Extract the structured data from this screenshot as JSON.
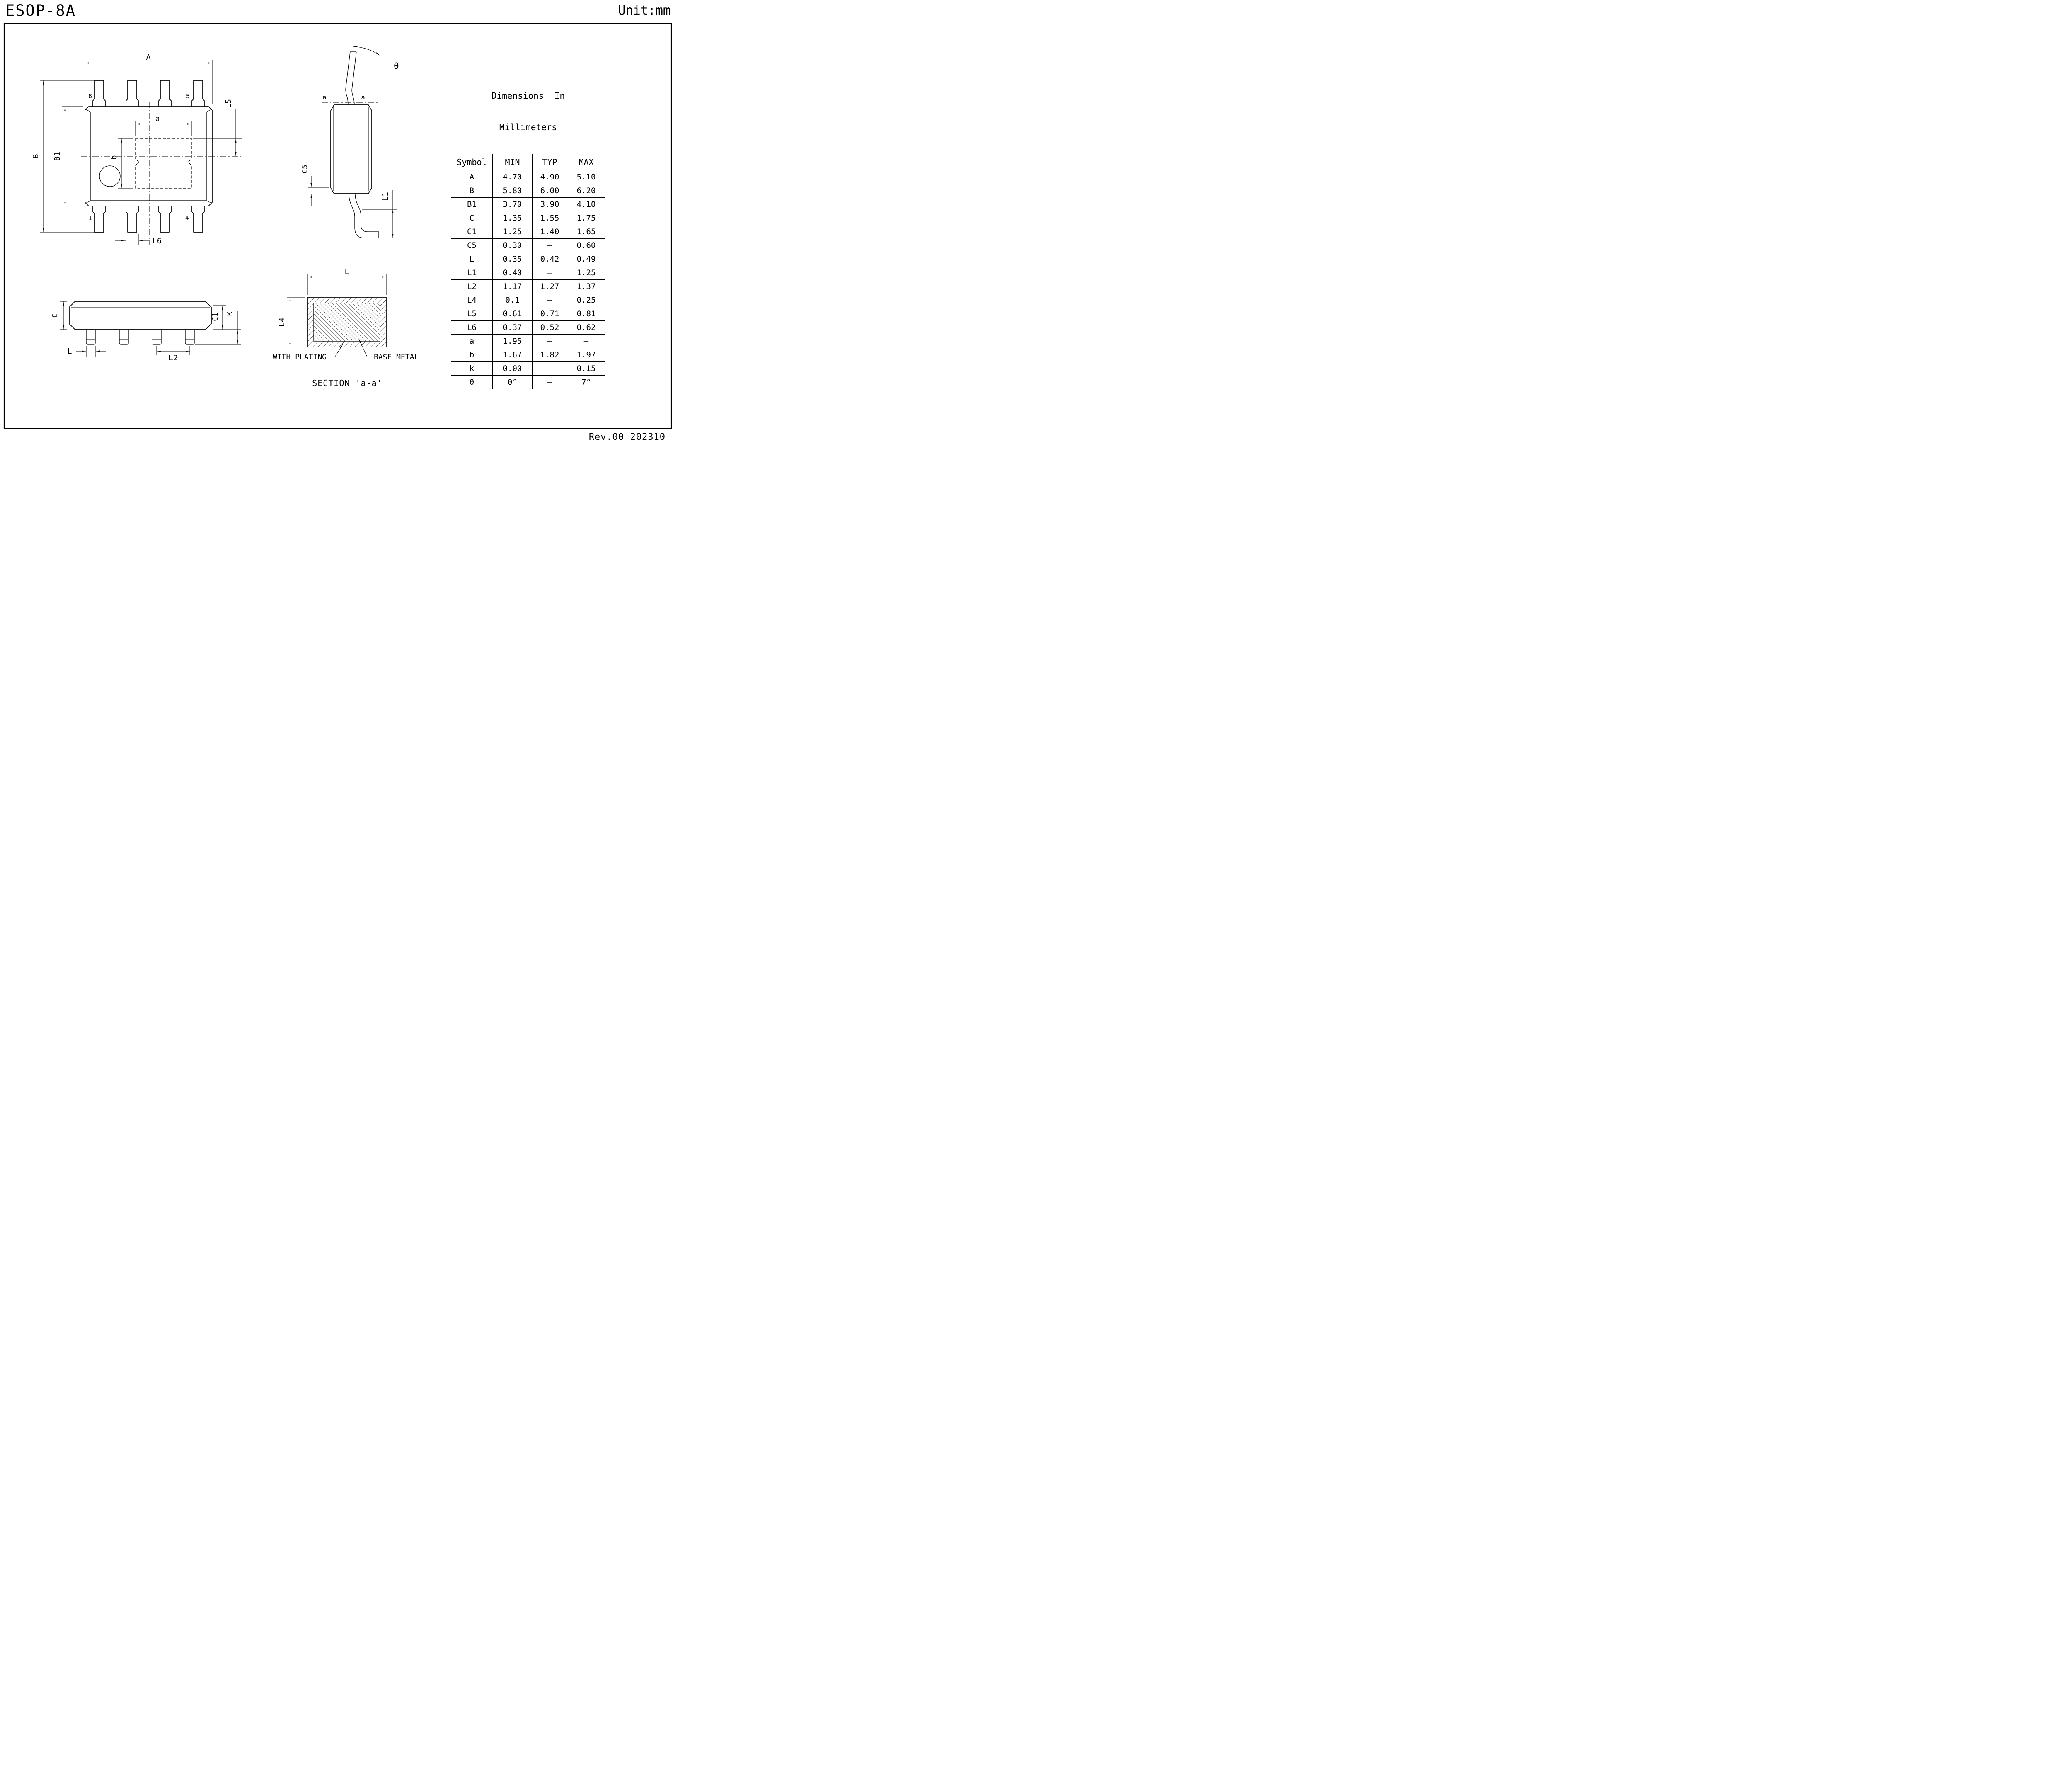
{
  "header": {
    "title": "ESOP-8A",
    "unit": "Unit:mm"
  },
  "footer": {
    "revision": "Rev.00  202310"
  },
  "top_view": {
    "dim_a": "A",
    "dim_b_total": "B",
    "dim_b1": "B1",
    "dim_pad_a": "a",
    "dim_pad_b": "b",
    "dim_l5": "L5",
    "dim_l6": "L6",
    "pin_8": "8",
    "pin_5": "5",
    "pin_1": "1",
    "pin_4": "4"
  },
  "side_view": {
    "dim_theta": "θ",
    "cut_a_left": "a",
    "cut_a_right": "a",
    "dim_c5": "C5",
    "dim_l1": "L1"
  },
  "front_view": {
    "dim_c": "C",
    "dim_c1": "C1",
    "dim_k": "K",
    "dim_l": "L",
    "dim_l2": "L2"
  },
  "section_view": {
    "dim_l": "L",
    "dim_l4": "L4",
    "label_plating": "WITH PLATING",
    "label_base": "BASE METAL",
    "caption": "SECTION 'a-a'"
  },
  "table": {
    "title_line1": "Dimensions  In",
    "title_line2": "Millimeters",
    "headers": [
      "Symbol",
      "MIN",
      "TYP",
      "MAX"
    ],
    "rows": [
      [
        "A",
        "4.70",
        "4.90",
        "5.10"
      ],
      [
        "B",
        "5.80",
        "6.00",
        "6.20"
      ],
      [
        "B1",
        "3.70",
        "3.90",
        "4.10"
      ],
      [
        "C",
        "1.35",
        "1.55",
        "1.75"
      ],
      [
        "C1",
        "1.25",
        "1.40",
        "1.65"
      ],
      [
        "C5",
        "0.30",
        "–",
        "0.60"
      ],
      [
        "L",
        "0.35",
        "0.42",
        "0.49"
      ],
      [
        "L1",
        "0.40",
        "–",
        "1.25"
      ],
      [
        "L2",
        "1.17",
        "1.27",
        "1.37"
      ],
      [
        "L4",
        "0.1",
        "–",
        "0.25"
      ],
      [
        "L5",
        "0.61",
        "0.71",
        "0.81"
      ],
      [
        "L6",
        "0.37",
        "0.52",
        "0.62"
      ],
      [
        "a",
        "1.95",
        "–",
        "–"
      ],
      [
        "b",
        "1.67",
        "1.82",
        "1.97"
      ],
      [
        "k",
        "0.00",
        "–",
        "0.15"
      ],
      [
        "θ",
        "0°",
        "–",
        "7°"
      ]
    ]
  }
}
